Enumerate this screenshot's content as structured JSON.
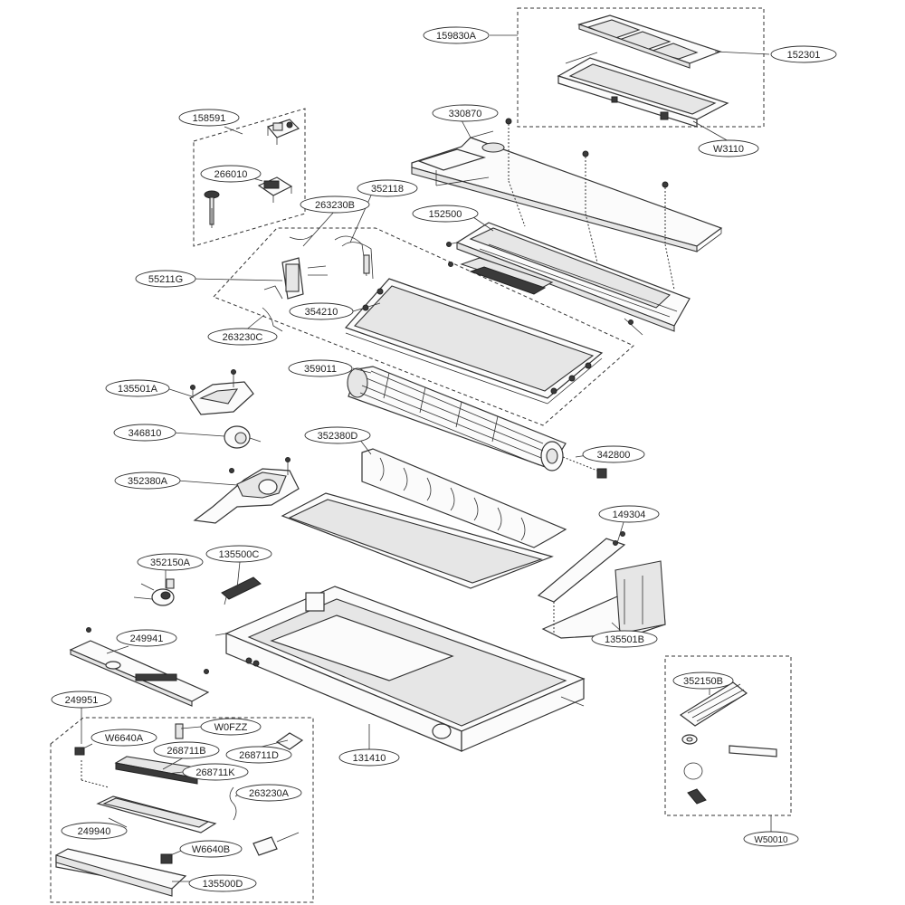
{
  "diagram": {
    "labels": {
      "l159830A": "159830A",
      "l152301": "152301",
      "lW3110": "W3110",
      "l330870": "330870",
      "l158591": "158591",
      "l266010": "266010",
      "l352118": "352118",
      "l263230B": "263230B",
      "l152500": "152500",
      "l55211G": "55211G",
      "l354210": "354210",
      "l263230C": "263230C",
      "l359011": "359011",
      "l135501A": "135501A",
      "l346810": "346810",
      "l352380D": "352380D",
      "l342800": "342800",
      "l352380A": "352380A",
      "l149304": "149304",
      "l352150A": "352150A",
      "l135500C": "135500C",
      "l135501B": "135501B",
      "l249941": "249941",
      "l352150B": "352150B",
      "l249951": "249951",
      "lW0FZZ": "W0FZZ",
      "lW6640A": "W6640A",
      "l268711B": "268711B",
      "l268711D": "268711D",
      "l268711K": "268711K",
      "l131410": "131410",
      "l263230A": "263230A",
      "l249940": "249940",
      "lW6640B": "W6640B",
      "l135500D": "135500D",
      "lW50010": "W50010"
    }
  }
}
